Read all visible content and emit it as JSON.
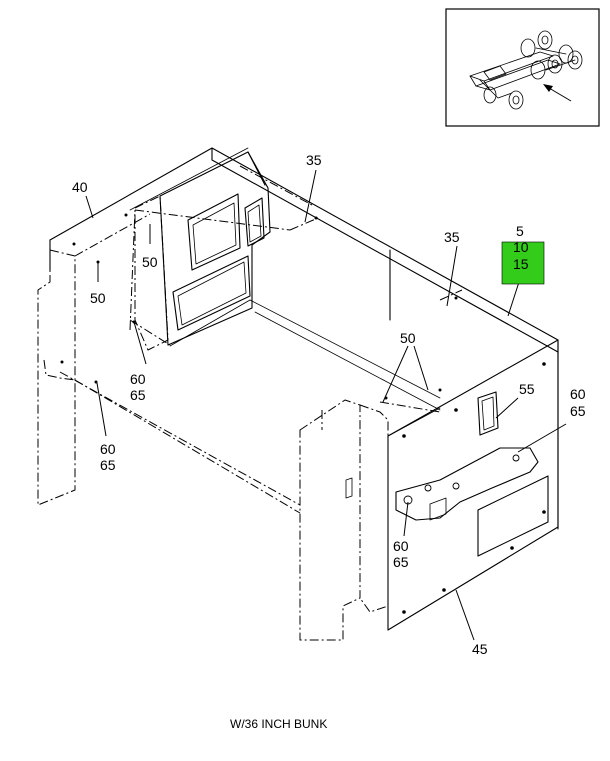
{
  "callouts": {
    "c40": "40",
    "c35_left": "35",
    "c35_right": "35",
    "c5": "5",
    "c10": "10",
    "c15": "15",
    "c50_a": "50",
    "c50_b": "50",
    "c50_c": "50",
    "c60_a": "60",
    "c65_a": "65",
    "c60_b": "60",
    "c65_b": "65",
    "c55": "55",
    "c60_c": "60",
    "c65_c": "65",
    "c60_d": "60",
    "c65_d": "65",
    "c45": "45"
  },
  "caption": "W/36 INCH BUNK",
  "colors": {
    "highlight": "#33cc1a",
    "line": "#000000",
    "background": "#ffffff"
  }
}
